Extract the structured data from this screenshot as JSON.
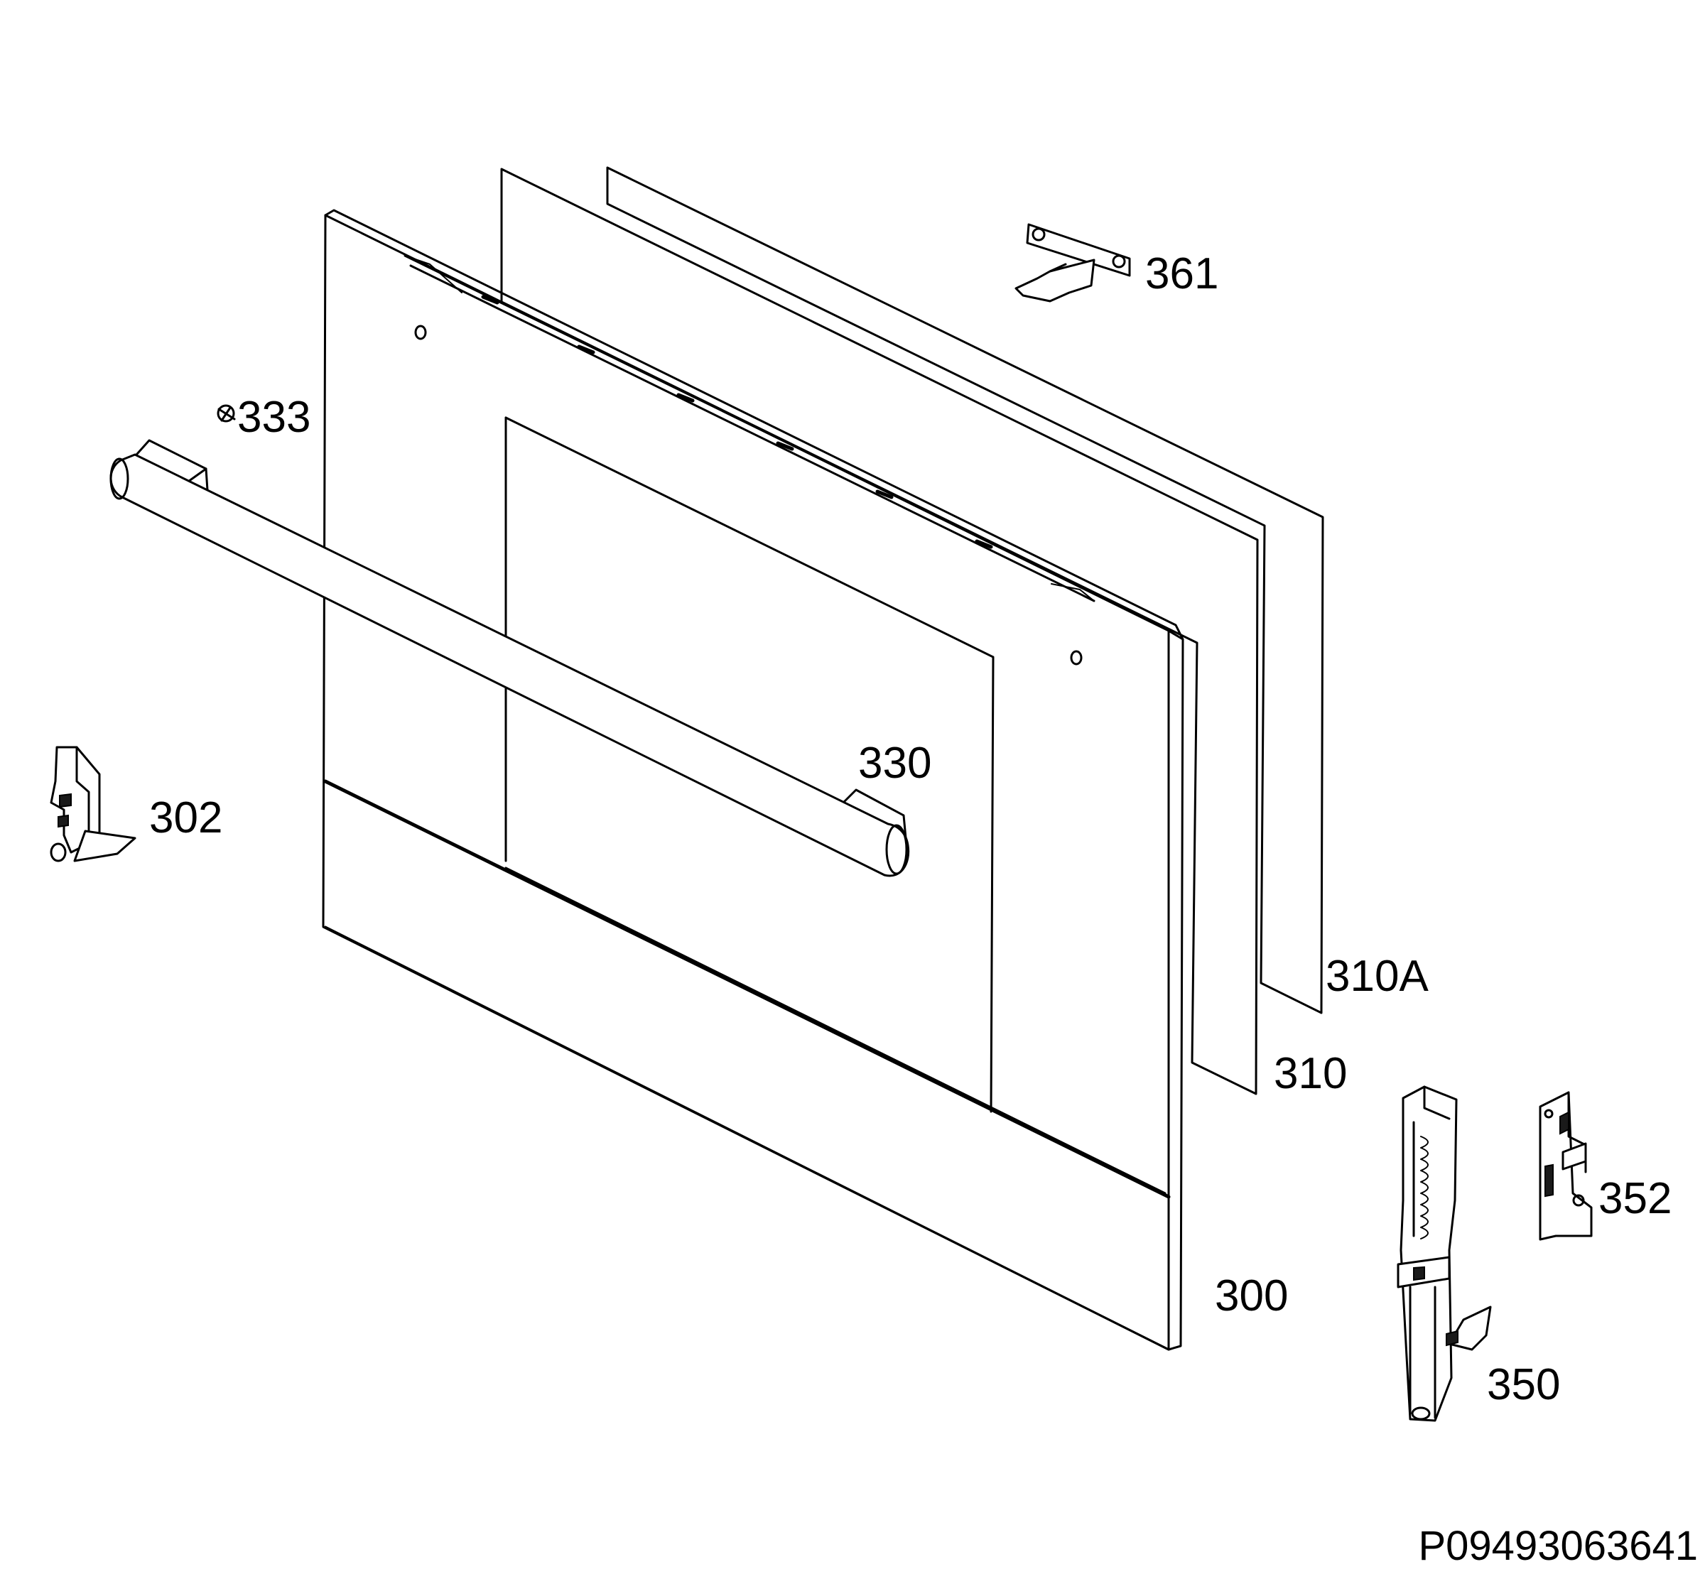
{
  "diagram": {
    "document_code": "P09493063641",
    "parts": [
      {
        "id": "361",
        "label": "361"
      },
      {
        "id": "333",
        "label": "333"
      },
      {
        "id": "330",
        "label": "330"
      },
      {
        "id": "302",
        "label": "302"
      },
      {
        "id": "310A",
        "label": "310A"
      },
      {
        "id": "310",
        "label": "310"
      },
      {
        "id": "352",
        "label": "352"
      },
      {
        "id": "300",
        "label": "300"
      },
      {
        "id": "350",
        "label": "350"
      }
    ]
  }
}
